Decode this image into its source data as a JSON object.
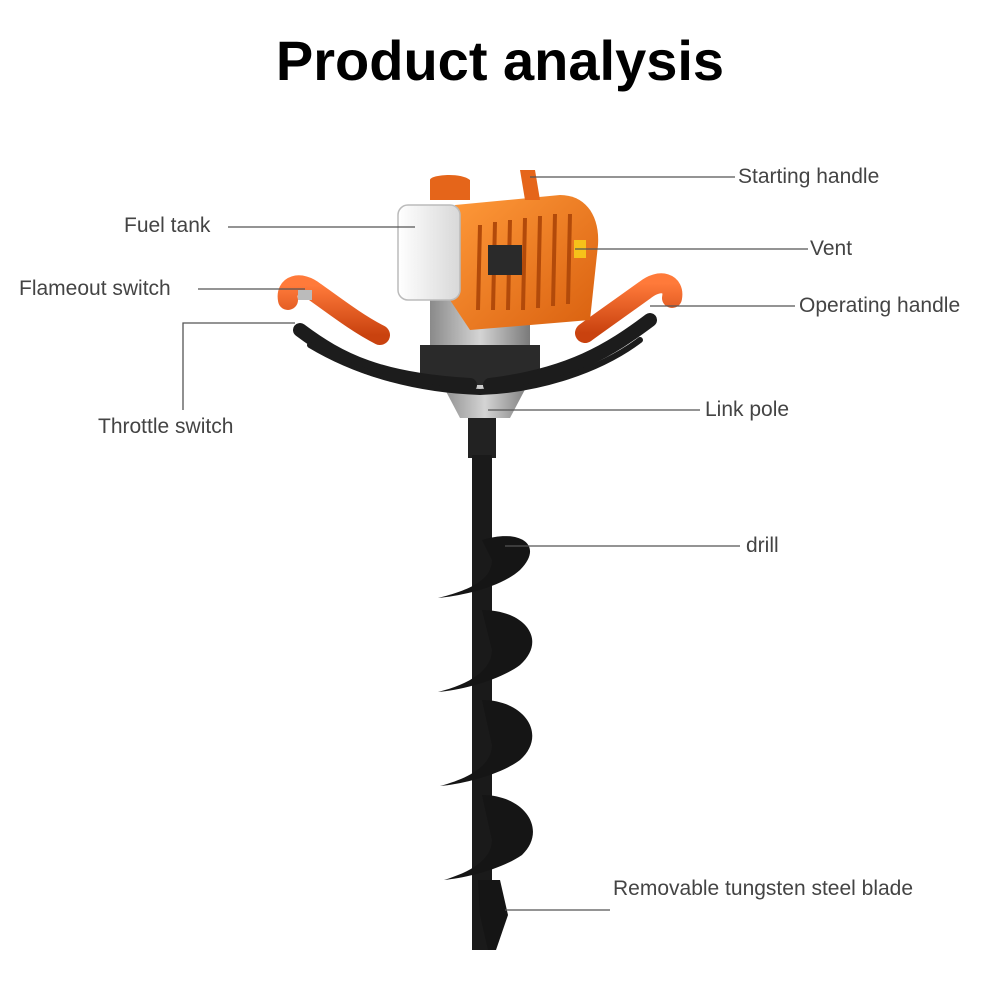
{
  "title": "Product analysis",
  "labels": {
    "starting_handle": "Starting handle",
    "fuel_tank": "Fuel tank",
    "vent": "Vent",
    "flameout_switch": "Flameout switch",
    "operating_handle": "Operating handle",
    "throttle_switch": "Throttle switch",
    "link_pole": "Link pole",
    "drill": "drill",
    "blade": "Removable tungsten steel blade"
  },
  "colors": {
    "engine_orange": "#f07a1c",
    "handle_orange": "#e8561a",
    "drill_black": "#1a1a1a",
    "tank_white": "#f2f2f2",
    "leader_line": "#555555"
  }
}
